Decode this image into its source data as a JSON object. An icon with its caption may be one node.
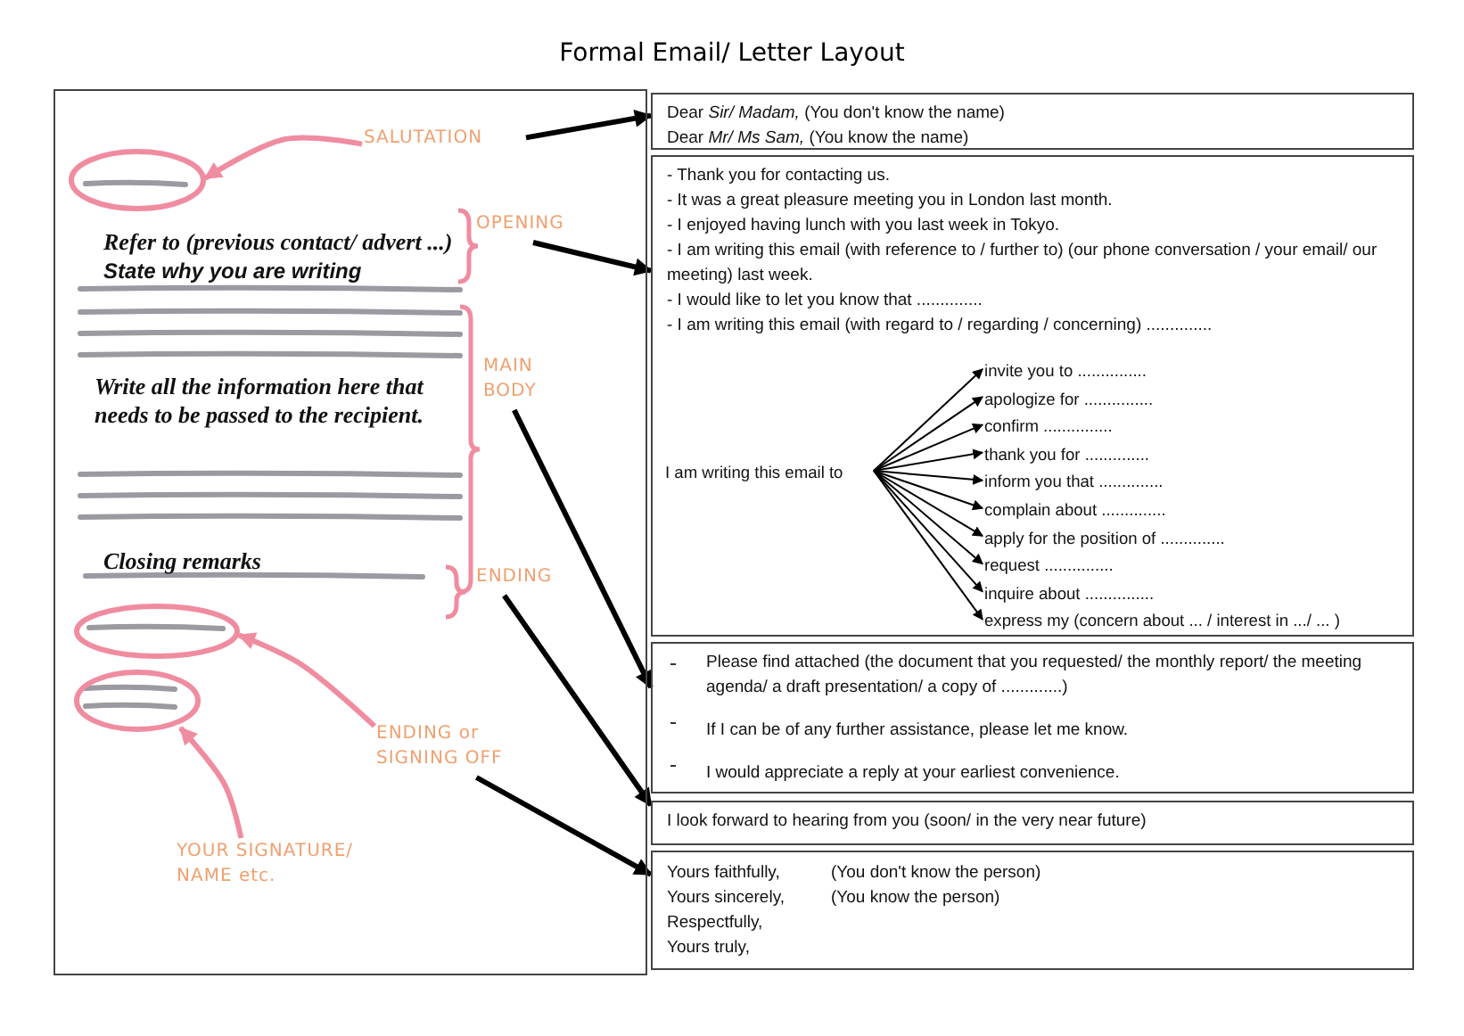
{
  "diagram": {
    "title": "Formal Email/ Letter Layout",
    "nodes": [
      {
        "text": [
          "Refer to (previous contact/ advert ...)",
          "State why you are writing",
          "Write all the information here that needs to be passed to the recipient.",
          "Closing remarks"
        ]
      },
      {
        "text": [
          "SALUTATION"
        ],
        "in": 0
      },
      {
        "text": [],
        "shape": "circle",
        "in": 0
      },
      {
        "text": [
          "OPENING"
        ],
        "in": 0
      },
      {
        "text": [
          "MAIN BODY"
        ],
        "in": 0
      },
      {
        "text": [
          "ENDING"
        ],
        "in": 0
      },
      {
        "text": [],
        "shape": "circle",
        "in": 0
      },
      {
        "text": [],
        "shape": "circle",
        "in": 0
      },
      {
        "text": [
          "ENDING or SIGNING OFF"
        ],
        "in": 0
      },
      {
        "text": [
          "YOUR SIGNATURE/ NAME etc."
        ],
        "in": 0
      },
      {
        "text": [
          "Dear *Sir/ Madam,* (You don't know the name)",
          "Dear *Mr/ Ms Sam,* (You know the name)"
        ]
      },
      {
        "text": [
          "- Thank you for contacting us.",
          "- It was a great pleasure meeting you in London last month.",
          "- I enjoyed having lunch with you last week in Tokyo.",
          "- I am writing this email (with reference to / further to) (our phone conversation / your email/ our meeting) last week.",
          "- I would like to let you know that ..............",
          "- I am writing this email (with regard to / regarding / concerning) .............."
        ]
      },
      {
        "text": [
          "I am writing this email to"
        ],
        "in": 11
      },
      {
        "text": [
          "invite you to ..............."
        ],
        "in": 11
      },
      {
        "text": [
          "apologize for ..............."
        ],
        "in": 11
      },
      {
        "text": [
          "confirm ..............."
        ],
        "in": 11
      },
      {
        "text": [
          "thank you for .............."
        ],
        "in": 11
      },
      {
        "text": [
          "inform you that .............."
        ],
        "in": 11
      },
      {
        "text": [
          "complain about .............."
        ],
        "in": 11
      },
      {
        "text": [
          "apply for the position of .............."
        ],
        "in": 11
      },
      {
        "text": [
          "request ..............."
        ],
        "in": 11
      },
      {
        "text": [
          "inquire about ..............."
        ],
        "in": 11
      },
      {
        "text": [
          "express my (concern about ... / interest in .../ ... )"
        ],
        "in": 11
      },
      {
        "text": [
          "Please find attached (the document that you requested/ the monthly report/ the meeting agenda/ a draft presentation/ a copy of .............)",
          "If I can be of any further assistance, please let me know.",
          "I would appreciate a reply at your earliest convenience."
        ]
      },
      {
        "text": [
          "I look forward to hearing from you (soon/ in the very near future)"
        ]
      },
      {
        "text": [
          "Yours faithfully,",
          "(You don't know the person)",
          "Yours sincerely,",
          "(You know the person)",
          "Respectfully,",
          "Yours truly,"
        ]
      }
    ],
    "edges": [
      {
        "from": 1,
        "to": 2,
        "arrow": "to",
        "style": "thick",
        "color": "#f08ca0"
      },
      {
        "from": 1,
        "to": 10,
        "arrow": "to",
        "style": "thick"
      },
      {
        "from": 3,
        "to": 11,
        "arrow": "to",
        "style": "thick"
      },
      {
        "from": 4,
        "to": 23,
        "arrow": "to",
        "style": "thick"
      },
      {
        "from": 5,
        "to": 24,
        "arrow": "to",
        "style": "thick"
      },
      {
        "from": 8,
        "to": 6,
        "arrow": "to",
        "style": "thick",
        "color": "#f08ca0"
      },
      {
        "from": 8,
        "to": 25,
        "arrow": "to",
        "style": "thick"
      },
      {
        "from": 9,
        "to": 7,
        "arrow": "to",
        "style": "thick",
        "color": "#f08ca0"
      },
      {
        "from": 12,
        "to": 13,
        "arrow": "to"
      },
      {
        "from": 12,
        "to": 14,
        "arrow": "to"
      },
      {
        "from": 12,
        "to": 15,
        "arrow": "to"
      },
      {
        "from": 12,
        "to": 16,
        "arrow": "to"
      },
      {
        "from": 12,
        "to": 17,
        "arrow": "to"
      },
      {
        "from": 12,
        "to": 18,
        "arrow": "to"
      },
      {
        "from": 12,
        "to": 19,
        "arrow": "to"
      },
      {
        "from": 12,
        "to": 20,
        "arrow": "to"
      },
      {
        "from": 12,
        "to": 21,
        "arrow": "to"
      },
      {
        "from": 12,
        "to": 22,
        "arrow": "to"
      }
    ]
  }
}
